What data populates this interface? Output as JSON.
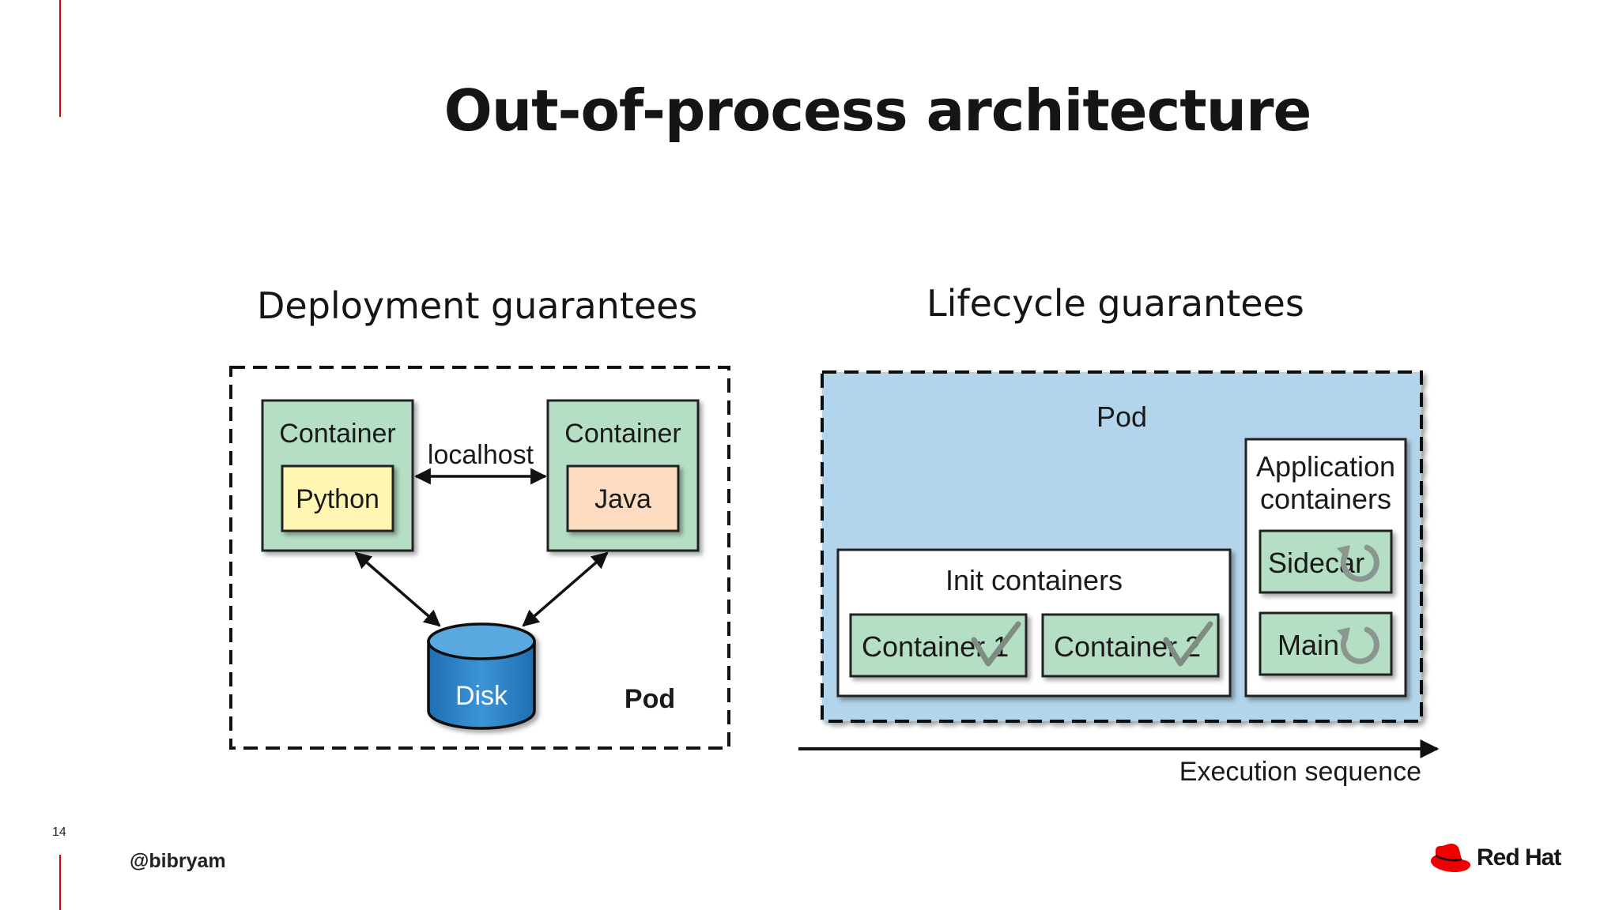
{
  "slide": {
    "title": "Out-of-process architecture",
    "page_number": "14",
    "handle": "@bibryam",
    "brand": "Red Hat"
  },
  "deployment": {
    "heading": "Deployment guarantees",
    "container_left_label": "Container",
    "container_left_app": "Python",
    "container_right_label": "Container",
    "container_right_app": "Java",
    "link_label": "localhost",
    "disk_label": "Disk",
    "pod_label": "Pod"
  },
  "lifecycle": {
    "heading": "Lifecycle guarantees",
    "pod_label": "Pod",
    "init_title": "Init containers",
    "init_items": [
      "Container 1",
      "Container 2"
    ],
    "app_title_line1": "Application",
    "app_title_line2": "containers",
    "app_items": [
      "Sidecar",
      "Main"
    ],
    "axis_label": "Execution sequence"
  },
  "colors": {
    "accent": "#ee0000",
    "container_green": "#b5dfc4",
    "python_yellow": "#fff6b3",
    "java_peach": "#fbdcc0",
    "disk_blue": "#2f86c8",
    "pod_blue": "#b3d5ec"
  }
}
